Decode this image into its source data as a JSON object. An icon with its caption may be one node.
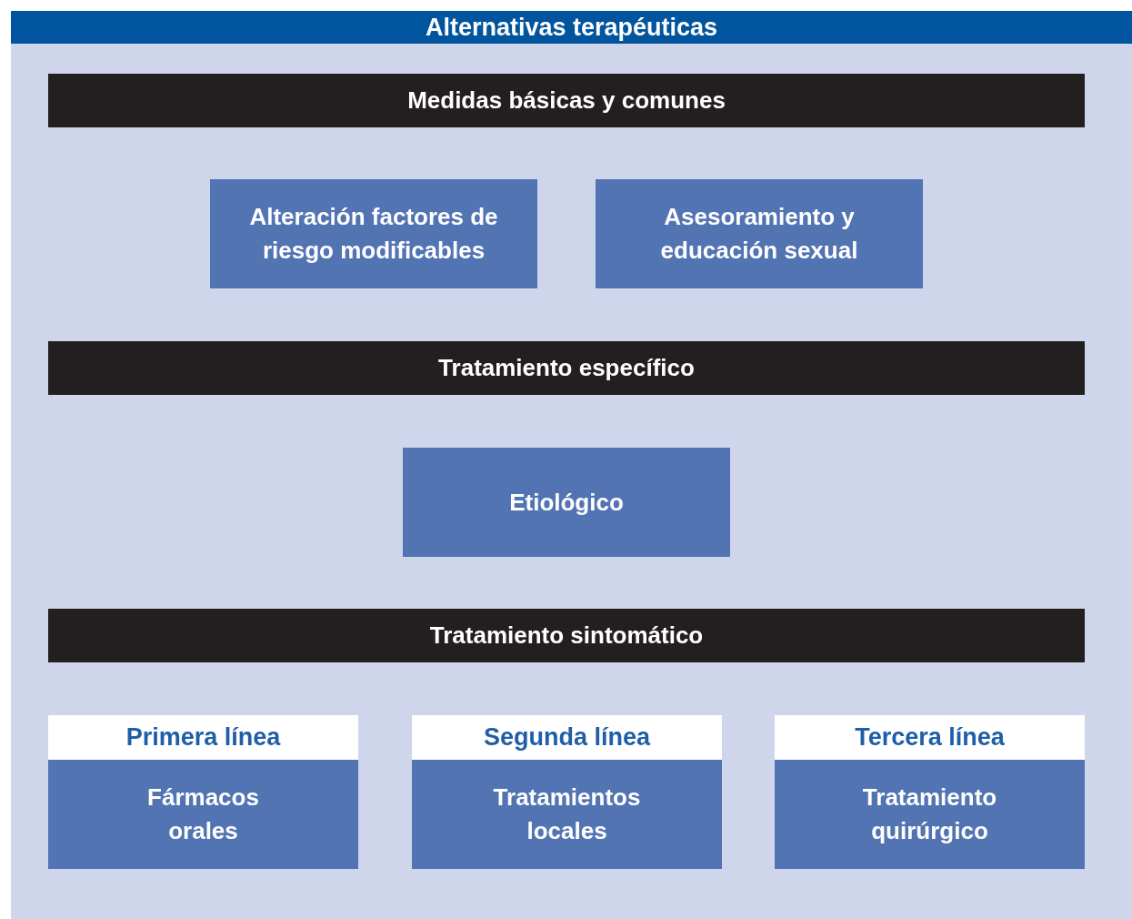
{
  "diagram": {
    "nodes": [
      {
        "text": [
          "Alternativas terapéuticas"
        ]
      },
      {
        "text": [
          "Medidas básicas y comunes"
        ],
        "in": 0
      },
      {
        "text": [
          "Alteración factores de riesgo modificables"
        ],
        "in": 0
      },
      {
        "text": [
          "Asesoramiento y educación sexual"
        ],
        "in": 0
      },
      {
        "text": [
          "Tratamiento específico"
        ],
        "in": 0
      },
      {
        "text": [
          "Etiológico"
        ],
        "in": 0
      },
      {
        "text": [
          "Tratamiento sintomático"
        ],
        "in": 0
      },
      {
        "text": [
          "Primera línea",
          "Fármacos orales"
        ],
        "in": 0
      },
      {
        "text": [
          "Segunda línea",
          "Tratamientos locales"
        ],
        "in": 0
      },
      {
        "text": [
          "Tercera línea",
          "Tratamiento quirúrgico"
        ],
        "in": 0
      }
    ],
    "edges": []
  }
}
